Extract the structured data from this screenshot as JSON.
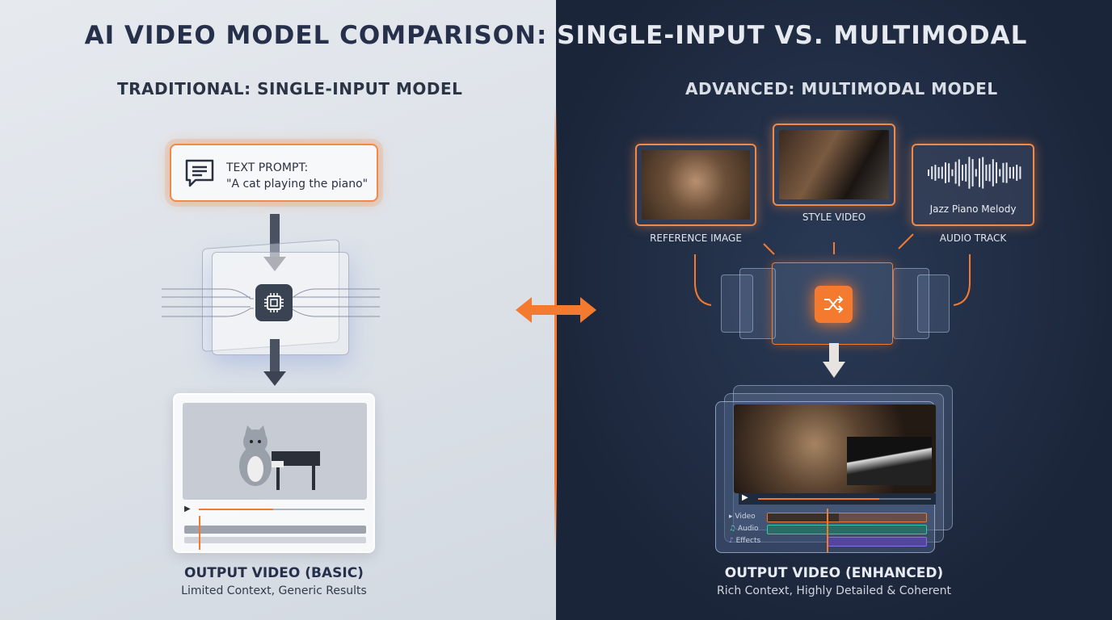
{
  "title": "AI VIDEO MODEL COMPARISON: SINGLE-INPUT VS. MULTIMODAL",
  "left": {
    "heading": "TRADITIONAL: SINGLE-INPUT MODEL",
    "prompt_label": "TEXT PROMPT:",
    "prompt_text": "\"A cat playing the piano\"",
    "output_title": "OUTPUT VIDEO (BASIC)",
    "output_caption": "Limited Context, Generic Results",
    "progress": 0.45
  },
  "right": {
    "heading": "ADVANCED: MULTIMODAL MODEL",
    "inputs": [
      {
        "label": "REFERENCE IMAGE"
      },
      {
        "label": "STYLE VIDEO"
      },
      {
        "label": "AUDIO TRACK",
        "card_text": "Jazz Piano Melody"
      }
    ],
    "tracks": [
      "Video",
      "Audio",
      "Effects"
    ],
    "output_title": "OUTPUT VIDEO (ENHANCED)",
    "output_caption": "Rich Context, Highly Detailed & Coherent",
    "progress": 0.7
  },
  "colors": {
    "accent": "#f47a30",
    "dark_bg": "#1e2a40",
    "light_bg": "#dde3ea"
  }
}
